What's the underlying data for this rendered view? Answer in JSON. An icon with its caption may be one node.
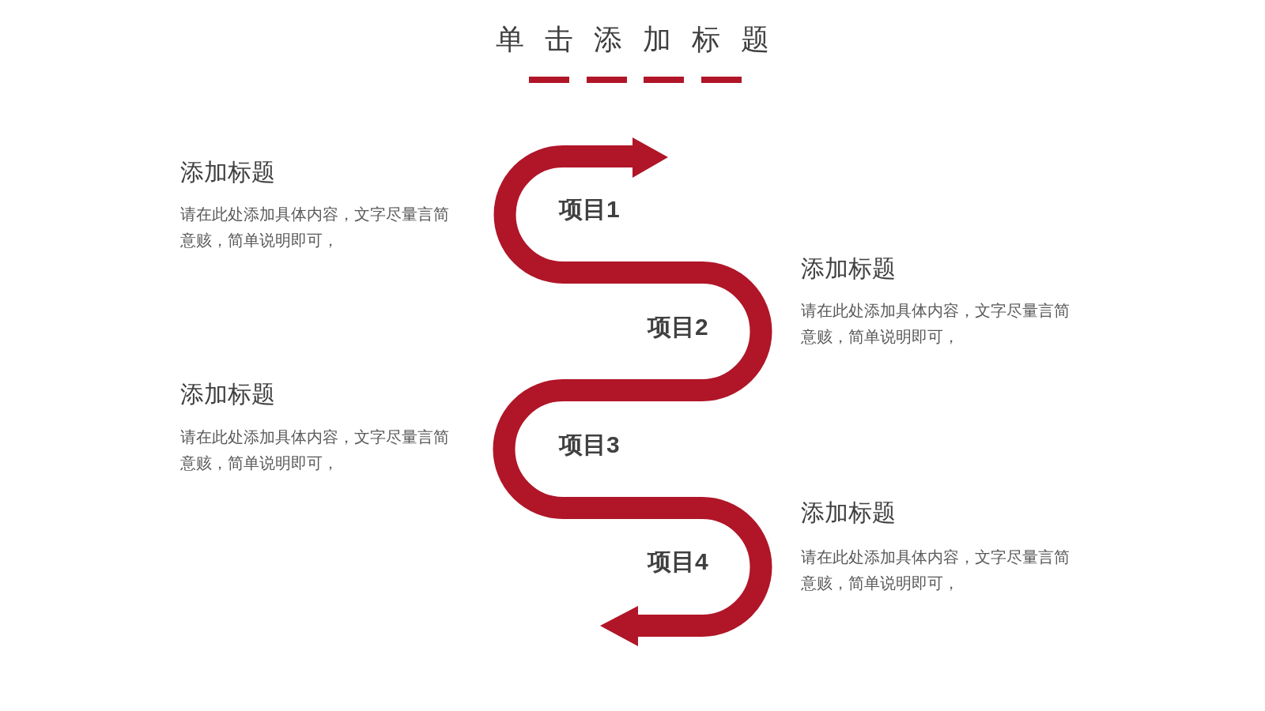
{
  "diagram": {
    "title": "单击添加标题",
    "labels": [
      "添加标题",
      "请在此处添加具体内容，文字尽量言简意赅，简单说明即可，",
      "项目1",
      "添加标题",
      "请在此处添加具体内容，文字尽量言简意赅，简单说明即可，",
      "项目2",
      "添加标题",
      "请在此处添加具体内容，文字尽量言简意赅，简单说明即可，",
      "项目3",
      "添加标题",
      "请在此处添加具体内容，文字尽量言简意赅，简单说明即可，",
      "项目4"
    ]
  }
}
